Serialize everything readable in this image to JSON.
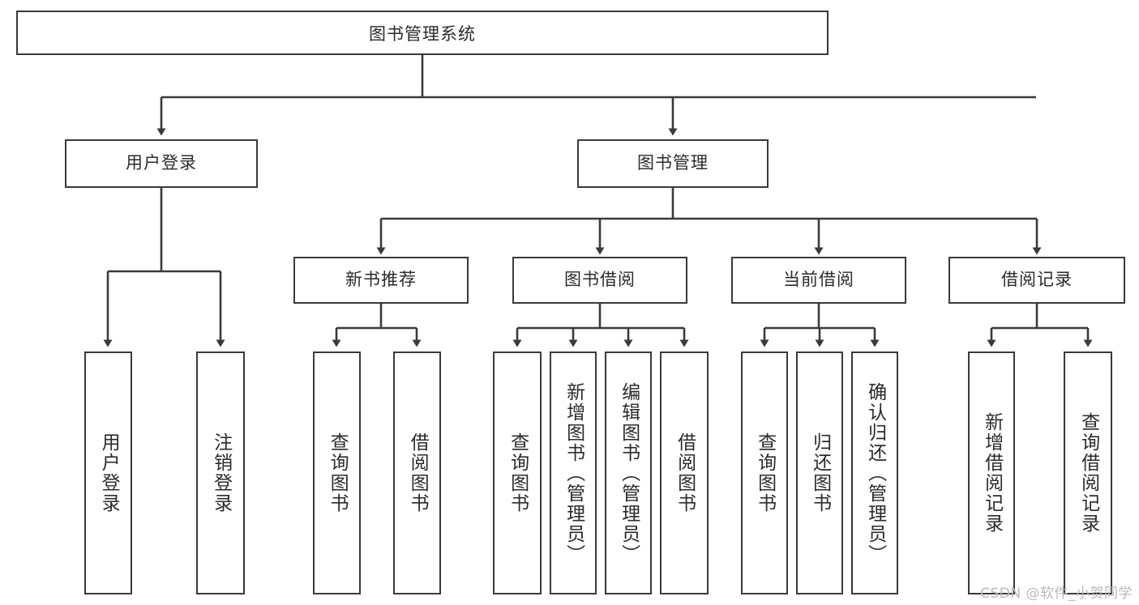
{
  "diagram": {
    "title": "图书管理系统",
    "watermark": "CSDN @软件_小贺同学",
    "line_color": "#3a3a3a",
    "text_color": "#2b2b2b",
    "background": "#ffffff",
    "levels": {
      "root": {
        "label": "图书管理系统"
      },
      "level2": [
        {
          "label": "用户登录"
        },
        {
          "label": "图书管理"
        }
      ],
      "level3": [
        {
          "label": "新书推荐"
        },
        {
          "label": "图书借阅"
        },
        {
          "label": "当前借阅"
        },
        {
          "label": "借阅记录"
        }
      ],
      "leaves": {
        "user_login": [
          {
            "label": "用户登录"
          },
          {
            "label": "注销登录"
          }
        ],
        "new_book_recommend": [
          {
            "label": "查询图书"
          },
          {
            "label": "借阅图书"
          }
        ],
        "book_borrow": [
          {
            "label": "查询图书"
          },
          {
            "label": "新增图书（管理员）"
          },
          {
            "label": "编辑图书（管理员）"
          },
          {
            "label": "借阅图书"
          }
        ],
        "current_borrow": [
          {
            "label": "查询图书"
          },
          {
            "label": "归还图书"
          },
          {
            "label": "确认归还（管理员）"
          }
        ],
        "borrow_record": [
          {
            "label": "新增借阅记录"
          },
          {
            "label": "查询借阅记录"
          }
        ]
      }
    }
  }
}
